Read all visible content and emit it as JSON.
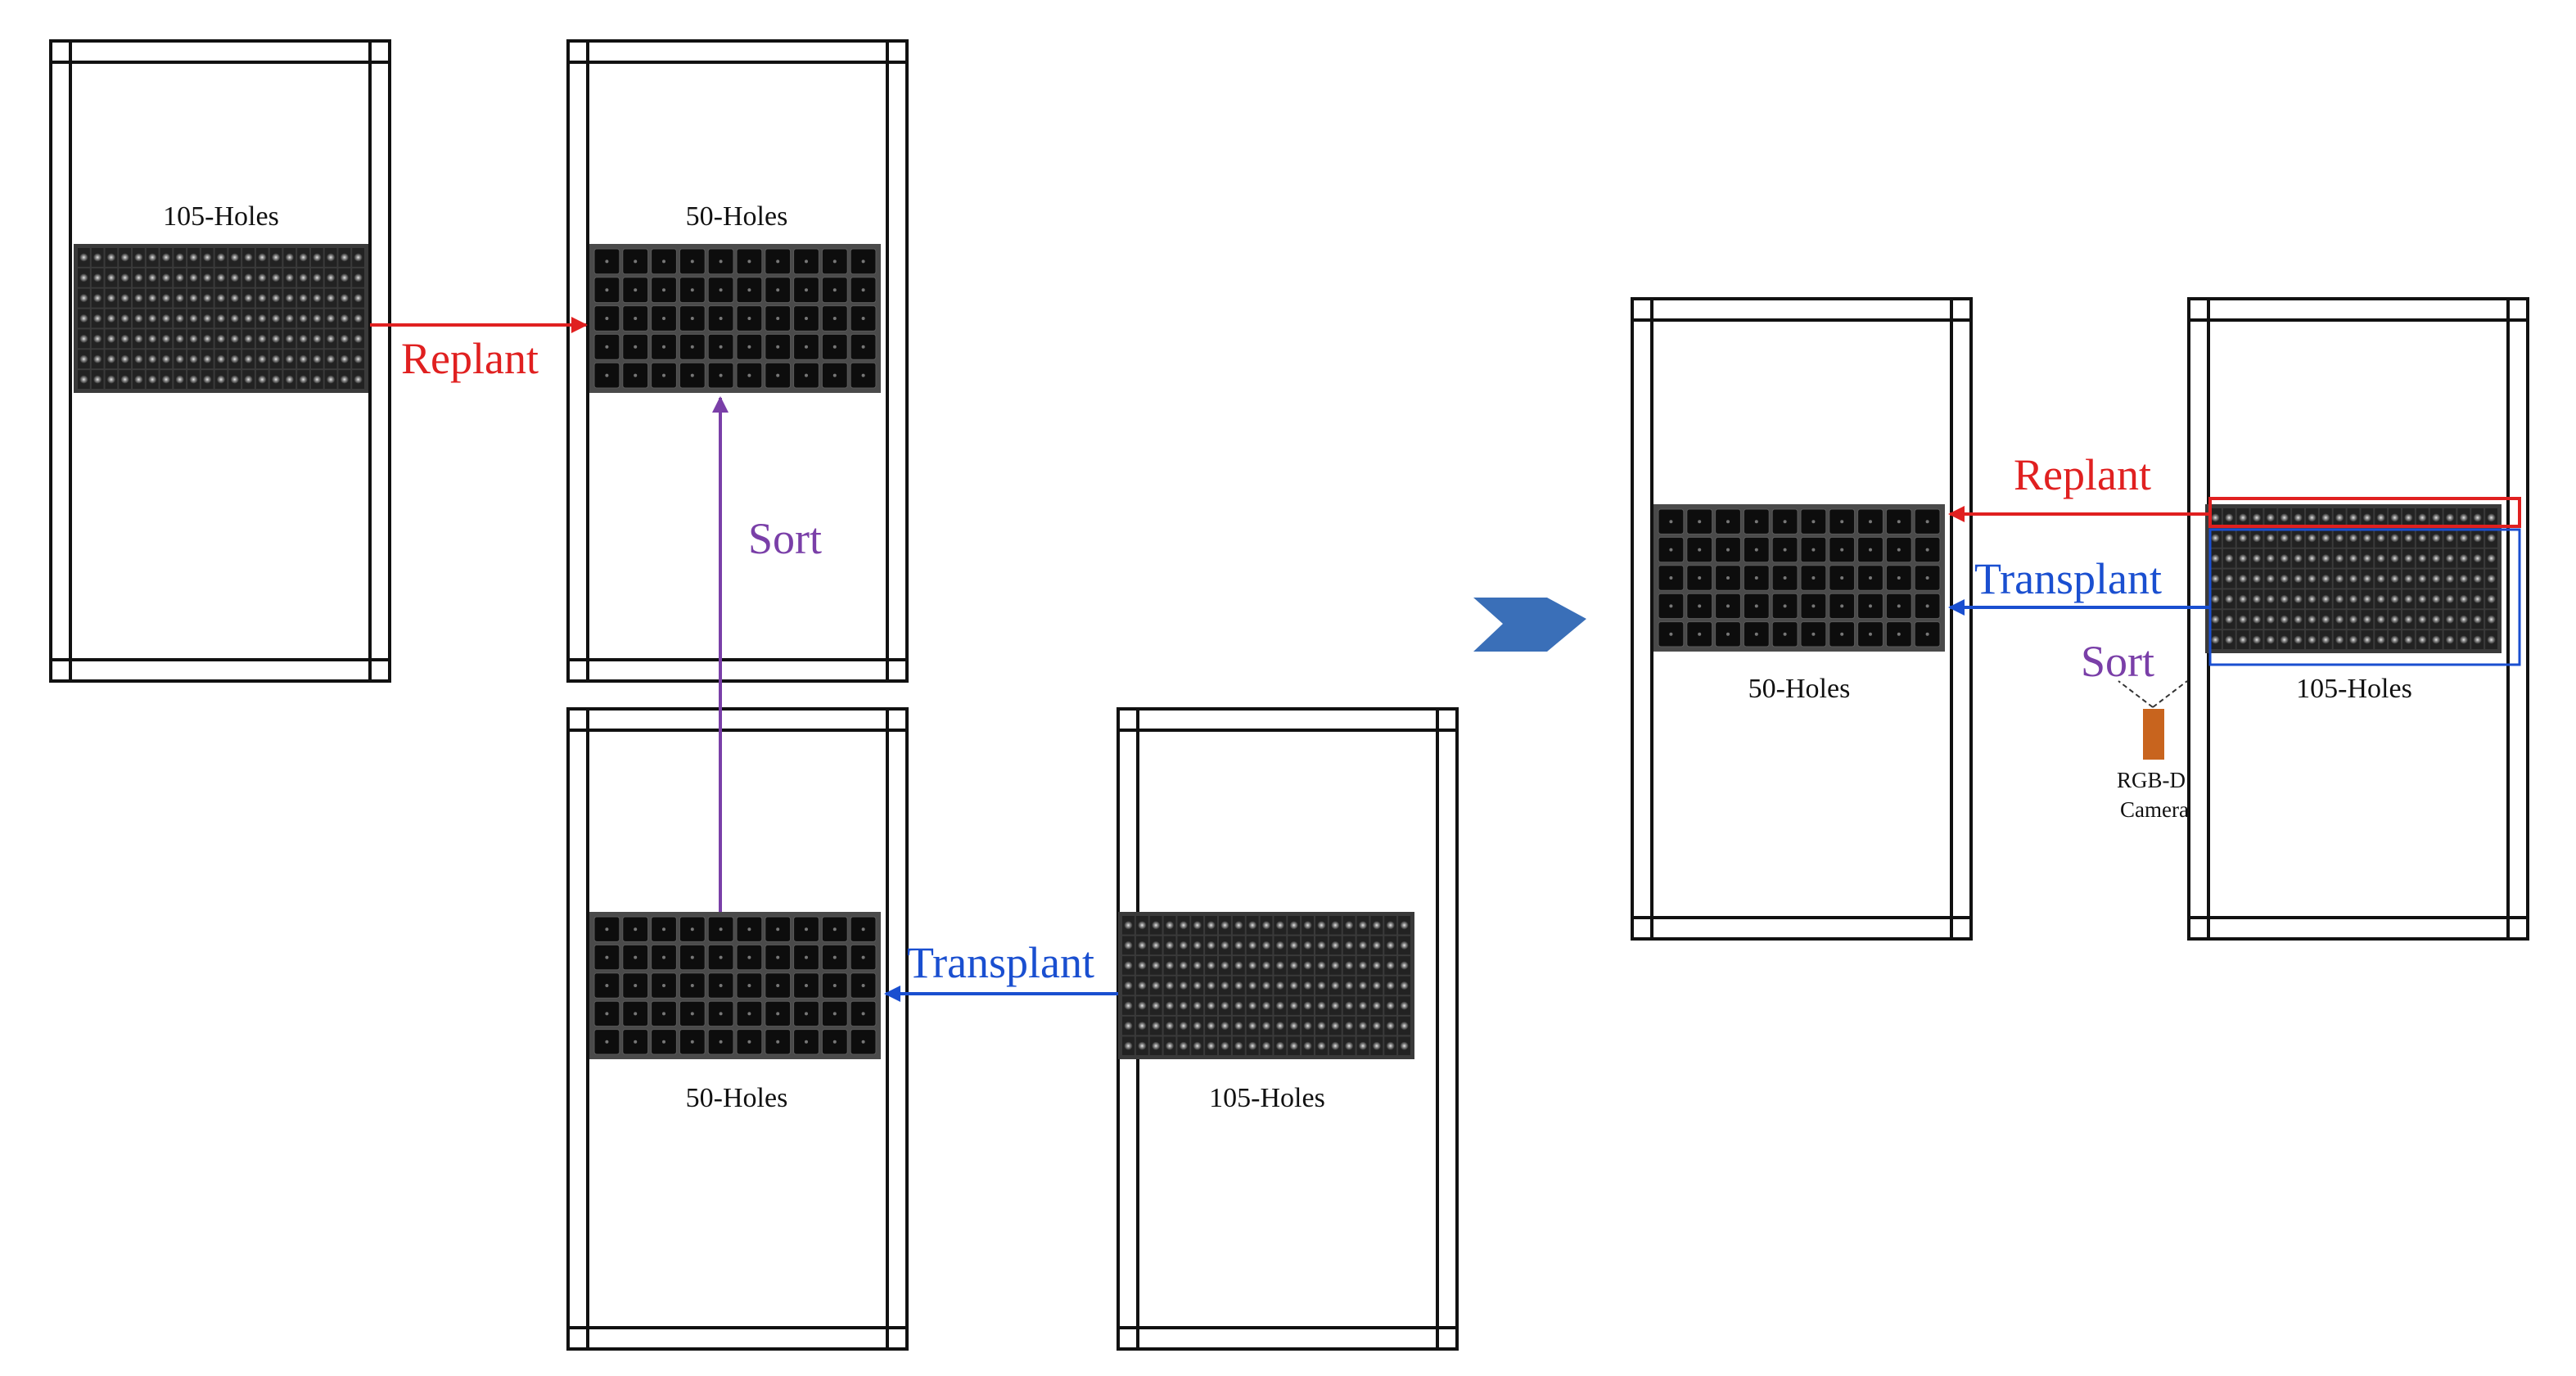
{
  "labels": {
    "holes_105": "105-Holes",
    "holes_50": "50-Holes",
    "replant": "Replant",
    "sort": "Sort",
    "transplant": "Transplant",
    "camera_line1": "RGB-D",
    "camera_line2": "Camera"
  },
  "trays": {
    "holes_105": {
      "cols": 21,
      "rows": 7
    },
    "holes_50": {
      "cols": 10,
      "rows": 5
    }
  },
  "colors": {
    "replant": "#e02020",
    "sort": "#7a3fa8",
    "transplant": "#1a4fd0",
    "flow_arrow": "#3a6fb8",
    "camera": "#c8641e",
    "frame": "#111111"
  }
}
